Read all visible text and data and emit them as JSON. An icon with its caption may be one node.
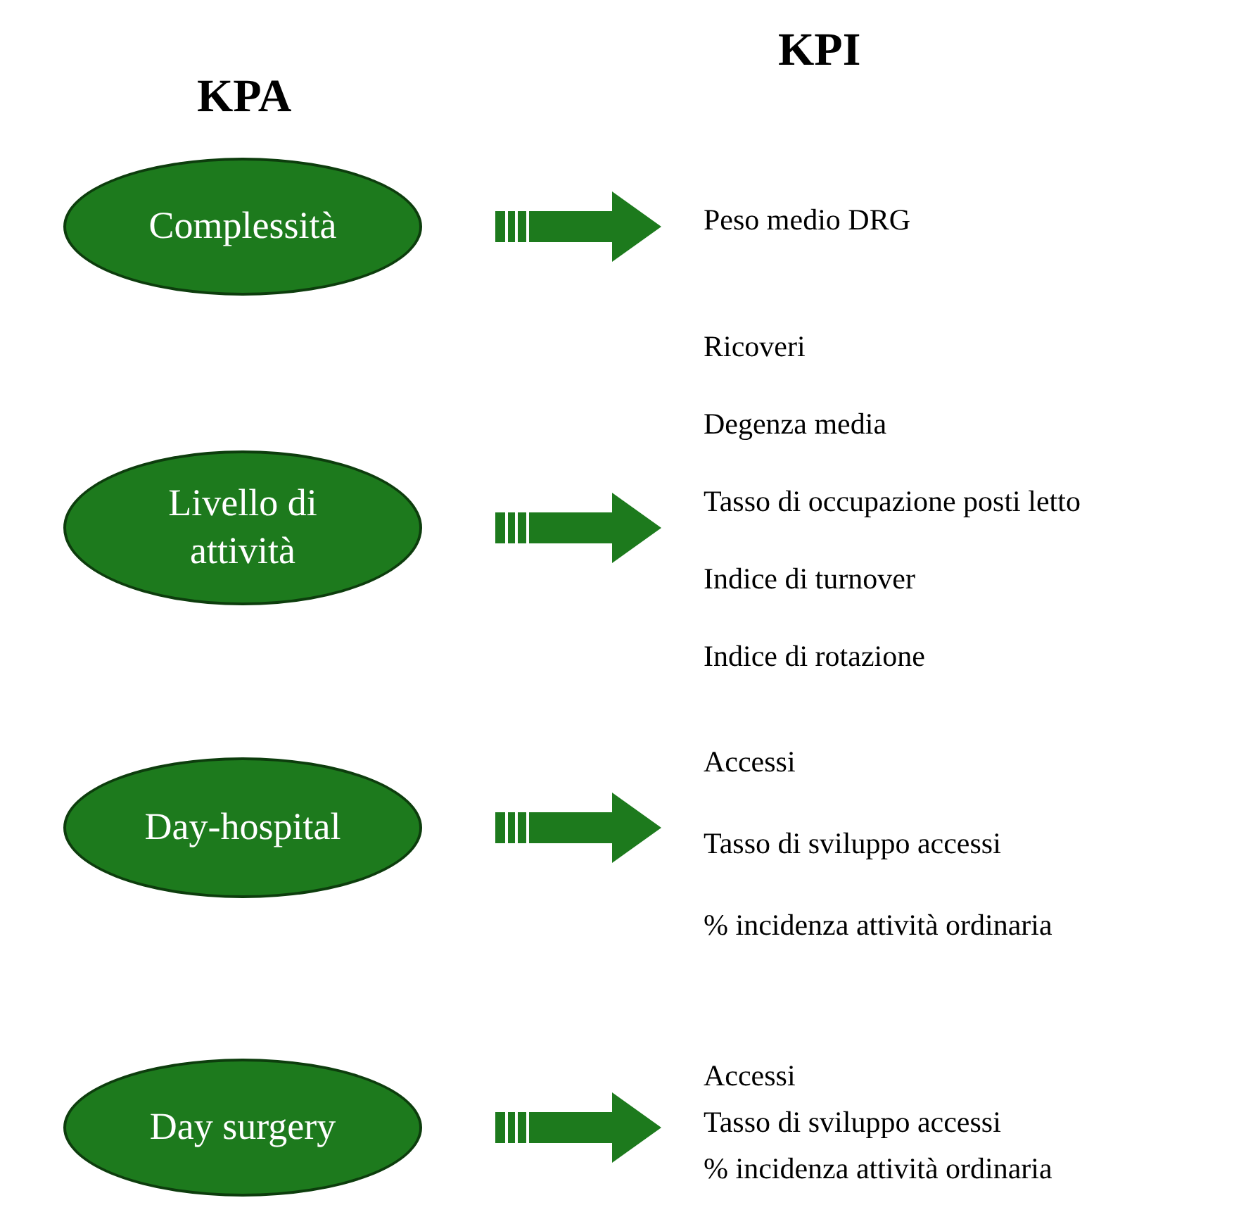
{
  "diagram": {
    "nodes": [
      {
        "text": [
          "Complessità"
        ]
      },
      {
        "text": [
          "Livello di attività"
        ]
      },
      {
        "text": [
          "Day-hospital"
        ]
      },
      {
        "text": [
          "Day surgery"
        ]
      },
      {
        "text": [
          "Peso medio DRG"
        ]
      },
      {
        "text": [
          "Ricoveri",
          "Degenza media",
          "Tasso di occupazione posti letto",
          "Indice di turnover",
          "Indice di rotazione"
        ]
      },
      {
        "text": [
          "Accessi",
          "Tasso di sviluppo accessi",
          "% incidenza attività ordinaria"
        ]
      },
      {
        "text": [
          "Accessi",
          "Tasso di sviluppo accessi",
          "% incidenza attività ordinaria"
        ]
      }
    ],
    "edges": [
      {
        "from": 0,
        "to": 4,
        "arrow": "to"
      },
      {
        "from": 1,
        "to": 5,
        "arrow": "to"
      },
      {
        "from": 2,
        "to": 6,
        "arrow": "to"
      },
      {
        "from": 3,
        "to": 7,
        "arrow": "to"
      }
    ],
    "labels": [
      "KPA",
      "KPI"
    ]
  }
}
